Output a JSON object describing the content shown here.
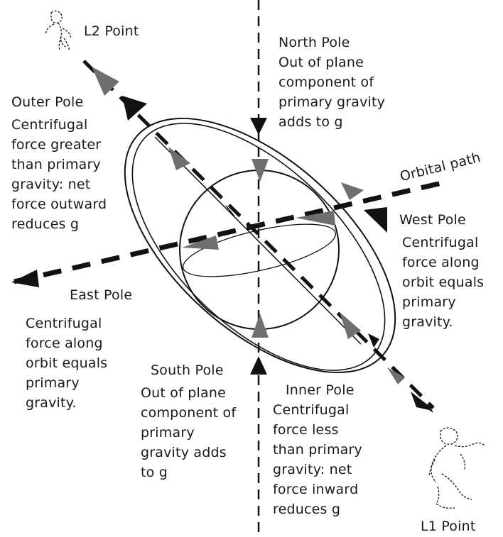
{
  "labels": {
    "l2_point": "L2 Point",
    "l1_point": "L1 Point",
    "orbital_path": "Orbital path",
    "north_pole": {
      "title": "North Pole",
      "lines": [
        "Out of plane",
        "component of",
        "primary gravity",
        "adds to g"
      ]
    },
    "outer_pole": {
      "title": "Outer Pole",
      "lines": [
        "Centrifugal",
        "force greater",
        "than primary",
        "gravity: net",
        "force outward",
        "reduces g"
      ]
    },
    "west_pole": {
      "title": "West Pole",
      "lines": [
        "Centrifugal",
        "force along",
        "orbit equals",
        "primary",
        "gravity."
      ]
    },
    "east_pole": {
      "title": "East Pole",
      "lines": [
        "Centrifugal",
        "force along",
        "orbit equals",
        "primary",
        "gravity."
      ]
    },
    "south_pole": {
      "title": "South Pole",
      "lines": [
        "Out of plane",
        "component of",
        "primary",
        "gravity adds",
        "to g"
      ]
    },
    "inner_pole": {
      "title": "Inner Pole",
      "lines": [
        "Centrifugal",
        "force less",
        "than primary",
        "gravity: net",
        "force inward",
        "reduces g"
      ]
    }
  },
  "colors": {
    "line": "#111111",
    "gray_arrow": "#6f6f6f"
  },
  "icons": {
    "l2": "astronaut-figure-icon",
    "l1": "astronaut-figure-icon"
  }
}
